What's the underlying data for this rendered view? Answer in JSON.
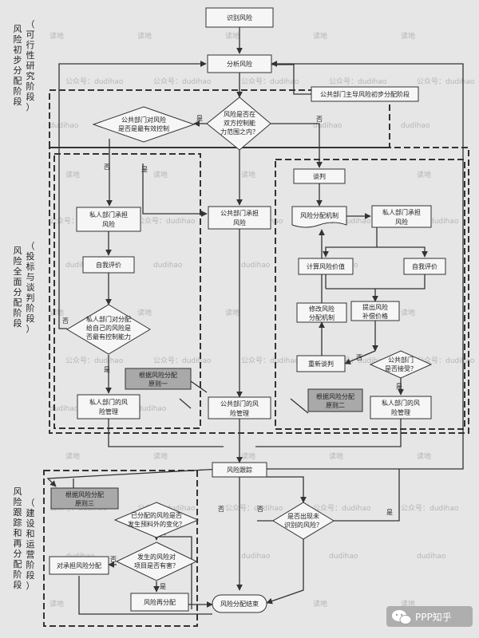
{
  "nodes": {
    "identify": "识别风险",
    "analyze": "分析风险",
    "public_initial": "公共部门主导风险初步分配阶段",
    "control_decision": [
      "风险是否在",
      "双方控制能",
      "力范围之内？"
    ],
    "public_best_decision": [
      "公共部门对风险",
      "是否是最有效控制"
    ],
    "negotiate": "谈判",
    "risk_mech": "风险分配机制",
    "private_assume_r": [
      "私人部门承担",
      "风险"
    ],
    "private_assume_l": [
      "私人部门承担",
      "风险"
    ],
    "public_assume": [
      "公共部门承担",
      "风险"
    ],
    "self_eval_l": "自我评价",
    "calc_value": "计算风险价值",
    "self_eval_r": "自我评价",
    "private_best_decision": [
      "私人部门对分配",
      "给自己的风险是",
      "否最有控制能力"
    ],
    "modify_mech": [
      "修改风险",
      "分配机制"
    ],
    "quote": [
      "提出风险",
      "补偿价格"
    ],
    "renegotiate": "重新谈判",
    "accept_decision": [
      "公共部门",
      "是否接受？"
    ],
    "principle1": [
      "根据风险分配",
      "原则一"
    ],
    "principle2": [
      "根据风险分配",
      "原则二"
    ],
    "private_manage_l": [
      "私人部门的风",
      "险管理"
    ],
    "public_manage": [
      "公共部门的风",
      "险管理"
    ],
    "private_manage_r": [
      "私人部门的风",
      "险管理"
    ],
    "track": "风险跟踪",
    "principle3": [
      "根据风险分配",
      "原则三"
    ],
    "changed_decision": [
      "已分配的风险是否",
      "发生预料外的变化？"
    ],
    "unforeseen_decision": [
      "是否出现未",
      "识别的风险？"
    ],
    "affordable_decision": [
      "发生的风险对",
      "项目是否有害？"
    ],
    "adjust": "对承担风险分配",
    "realloc": "风险再分配",
    "end": "风险分配结束"
  },
  "edge_labels": {
    "yes": "是",
    "no": "否"
  },
  "phases": {
    "phase1": [
      "风",
      "险",
      "初",
      "步",
      "分",
      "配",
      "阶",
      "段"
    ],
    "phase1_sub": [
      "（",
      "可",
      "行",
      "性",
      "研",
      "究",
      "阶",
      "段",
      "）"
    ],
    "phase2": [
      "风",
      "险",
      "全",
      "面",
      "分",
      "配",
      "阶",
      "段"
    ],
    "phase2_sub": [
      "（",
      "投",
      "标",
      "与",
      "谈",
      "判",
      "阶",
      "段",
      "）"
    ],
    "phase3": [
      "风",
      "险",
      "跟",
      "踪",
      "和",
      "再",
      "分",
      "配",
      "阶",
      "段"
    ],
    "phase3_sub": [
      "（",
      "建",
      "设",
      "和",
      "运",
      "营",
      "阶",
      "段",
      "）"
    ]
  },
  "watermark": {
    "site": "读地",
    "account": "公众号：dudihao",
    "id": "dudihao"
  },
  "brand": "PPP知乎",
  "colors": {
    "background": "#e6e6e6",
    "box_fill": "#f6f6f6",
    "box_stroke": "#333333",
    "shaded": "#a9a9a9",
    "watermark": "#b5b5b5"
  }
}
